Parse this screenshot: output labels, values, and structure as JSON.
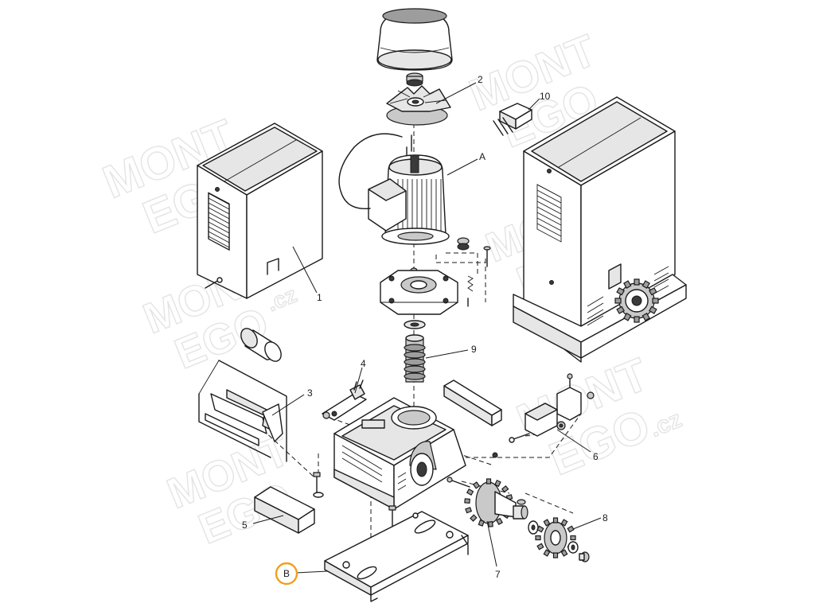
{
  "diagram": {
    "watermark": {
      "lines": [
        "MONT",
        "EGO",
        ".cz"
      ]
    },
    "callouts": [
      {
        "id": "1",
        "label": "1"
      },
      {
        "id": "2",
        "label": "2"
      },
      {
        "id": "3",
        "label": "3"
      },
      {
        "id": "4",
        "label": "4"
      },
      {
        "id": "5",
        "label": "5"
      },
      {
        "id": "6",
        "label": "6"
      },
      {
        "id": "7",
        "label": "7"
      },
      {
        "id": "8",
        "label": "8"
      },
      {
        "id": "9",
        "label": "9"
      },
      {
        "id": "10",
        "label": "10"
      },
      {
        "id": "A",
        "label": "A"
      },
      {
        "id": "B",
        "label": "B",
        "highlight": "#f0a020"
      }
    ]
  }
}
